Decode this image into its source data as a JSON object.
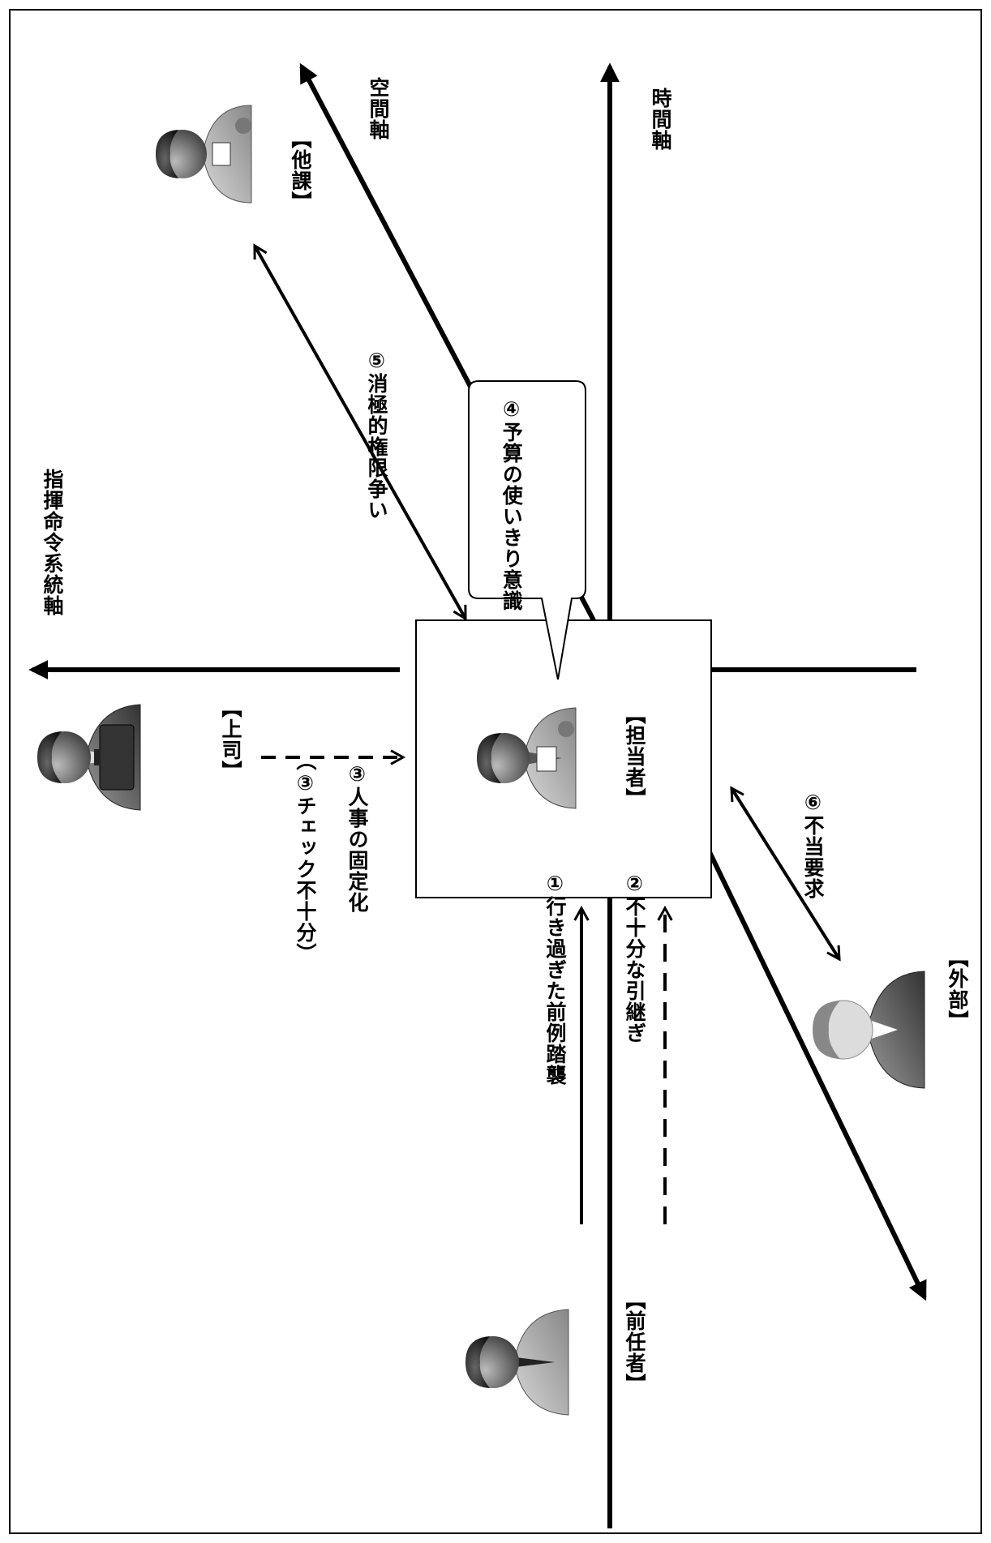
{
  "axes": {
    "command": "指揮命令系統軸",
    "space": "空間軸",
    "time": "時間軸"
  },
  "roles": {
    "other_dept": "【他課】",
    "boss": "【上司】",
    "person_in_charge": "【担当者】",
    "predecessor": "【前任者】",
    "external": "【外部】"
  },
  "issues": {
    "i1": "①行き過ぎた前例踏襲",
    "i2": "②不十分な引継ぎ",
    "i3": "③人事の固定化",
    "i3_sub": "（③チェック不十分）",
    "i4": "④予算の使いきり意識",
    "i5": "⑤消極的権限争い",
    "i6": "⑥不当要求"
  }
}
